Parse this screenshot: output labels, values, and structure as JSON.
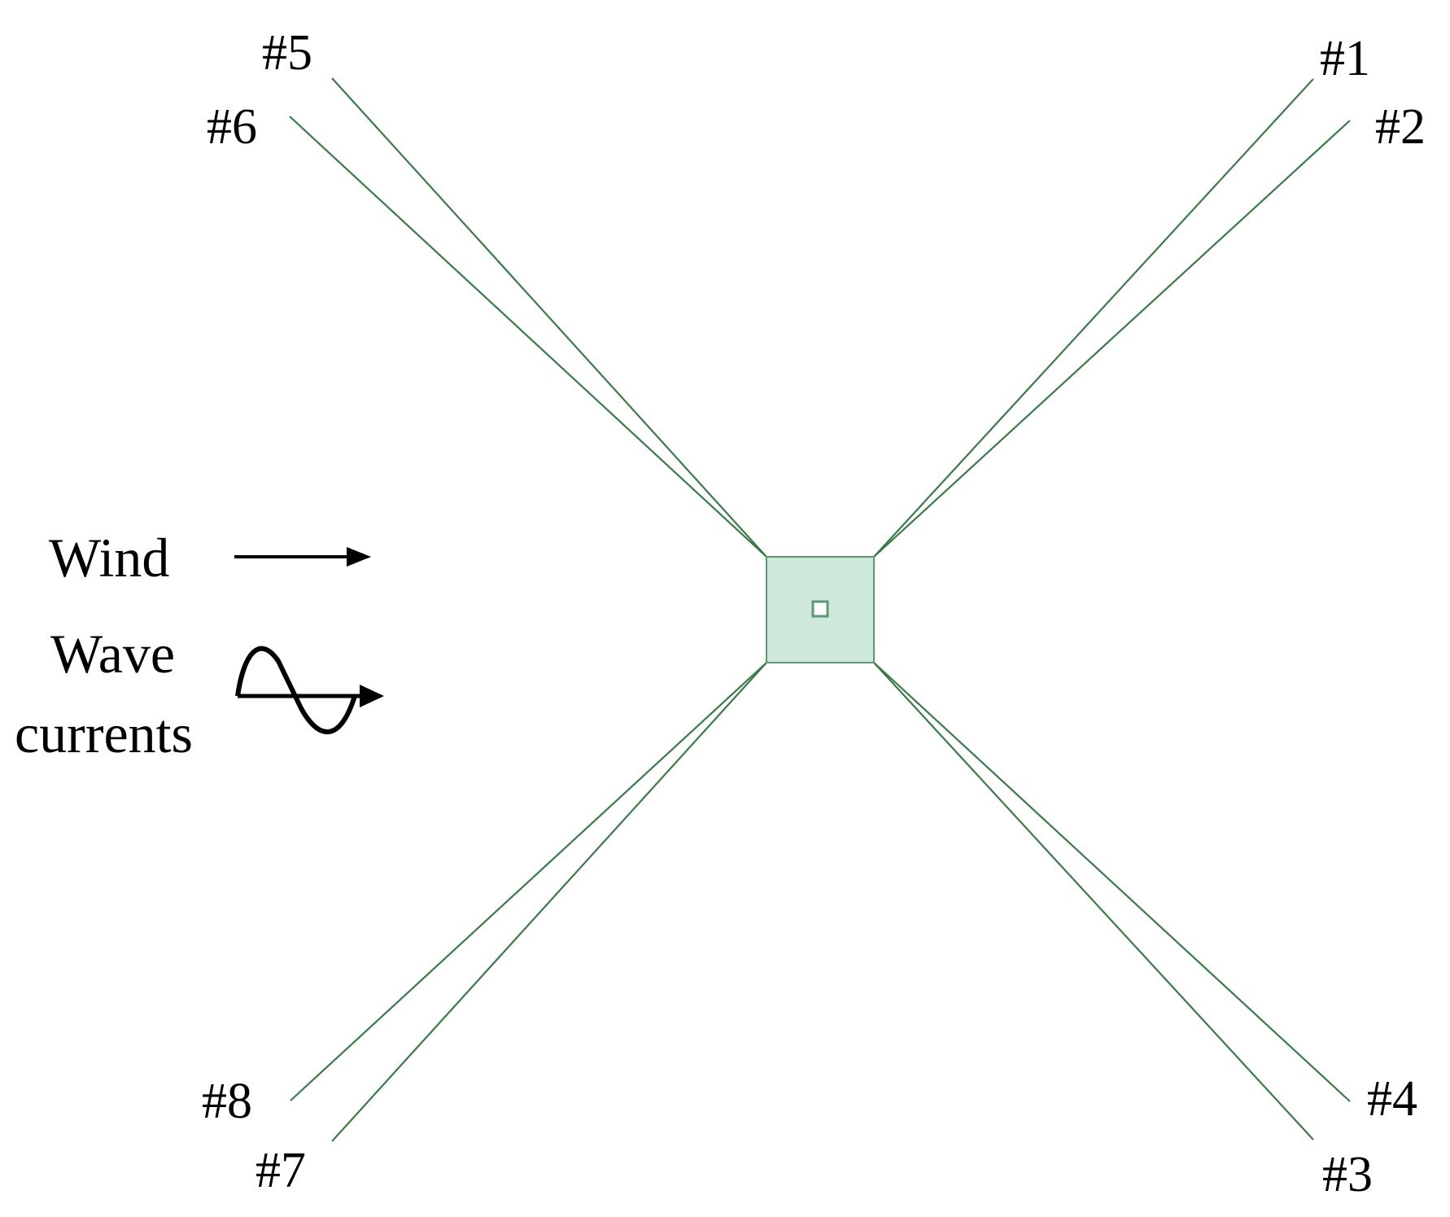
{
  "diagram": {
    "lines": [
      {
        "id": "#1",
        "label": "#1"
      },
      {
        "id": "#2",
        "label": "#2"
      },
      {
        "id": "#3",
        "label": "#3"
      },
      {
        "id": "#4",
        "label": "#4"
      },
      {
        "id": "#5",
        "label": "#5"
      },
      {
        "id": "#6",
        "label": "#6"
      },
      {
        "id": "#7",
        "label": "#7"
      },
      {
        "id": "#8",
        "label": "#8"
      }
    ],
    "legend": {
      "wind": "Wind",
      "wave_line1": "Wave",
      "wave_line2": "currents"
    },
    "colors": {
      "mooring_line": "#3b7a48",
      "platform_fill": "#cfe8dc",
      "platform_stroke": "#5a9a6e",
      "arrow": "#000000"
    }
  }
}
